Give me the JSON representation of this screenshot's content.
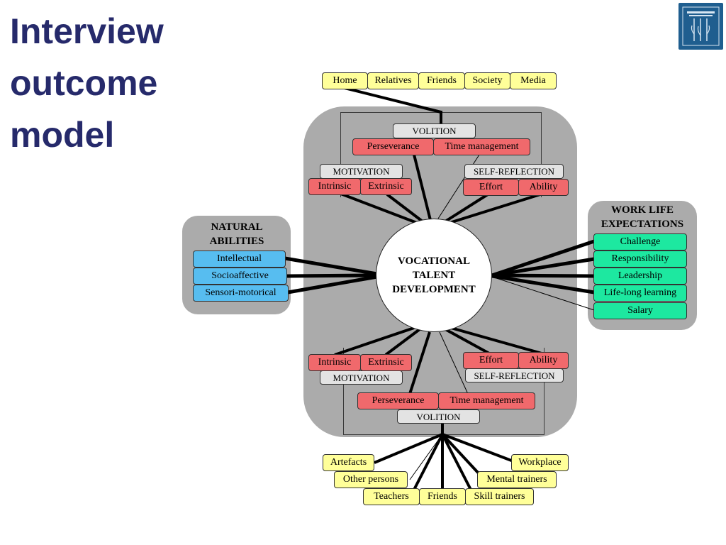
{
  "slide": {
    "title_lines": [
      "Interview",
      "outcome",
      "model"
    ],
    "logo": {
      "icon": "columns-and-plants-emblem",
      "color": "#1f5e8f"
    }
  },
  "center": {
    "lines": [
      "VOCATIONAL",
      "TALENT",
      "DEVELOPMENT"
    ]
  },
  "top_sources": [
    "Home",
    "Relatives",
    "Friends",
    "Society",
    "Media"
  ],
  "bottom_sources": [
    "Artefacts",
    "Other persons",
    "Teachers",
    "Friends",
    "Skill trainers",
    "Mental trainers",
    "Workplace"
  ],
  "intrapersonal": {
    "volition": "VOLITION",
    "motivation": "MOTIVATION",
    "self_reflection": "SELF-REFLECTION",
    "perseverance": "Perseverance",
    "time_management": "Time management",
    "intrinsic": "Intrinsic",
    "extrinsic": "Extrinsic",
    "effort": "Effort",
    "ability": "Ability"
  },
  "natural_abilities": {
    "heading_lines": [
      "NATURAL",
      "ABILITIES"
    ],
    "items": [
      "Intellectual",
      "Socioaffective",
      "Sensori-motorical"
    ]
  },
  "work_life": {
    "heading_lines": [
      "WORK LIFE",
      "EXPECTATIONS"
    ],
    "items": [
      "Challenge",
      "Responsibility",
      "Leadership",
      "Life-long learning",
      "Salary"
    ]
  },
  "colors": {
    "title": "#262a6b",
    "environment": "#ffff99",
    "intrapersonal": "#f0696c",
    "natural_abilities": "#57bdf0",
    "work_life": "#1de8a0",
    "label_grey": "#e3e3e3",
    "region_grey": "#ababab"
  }
}
